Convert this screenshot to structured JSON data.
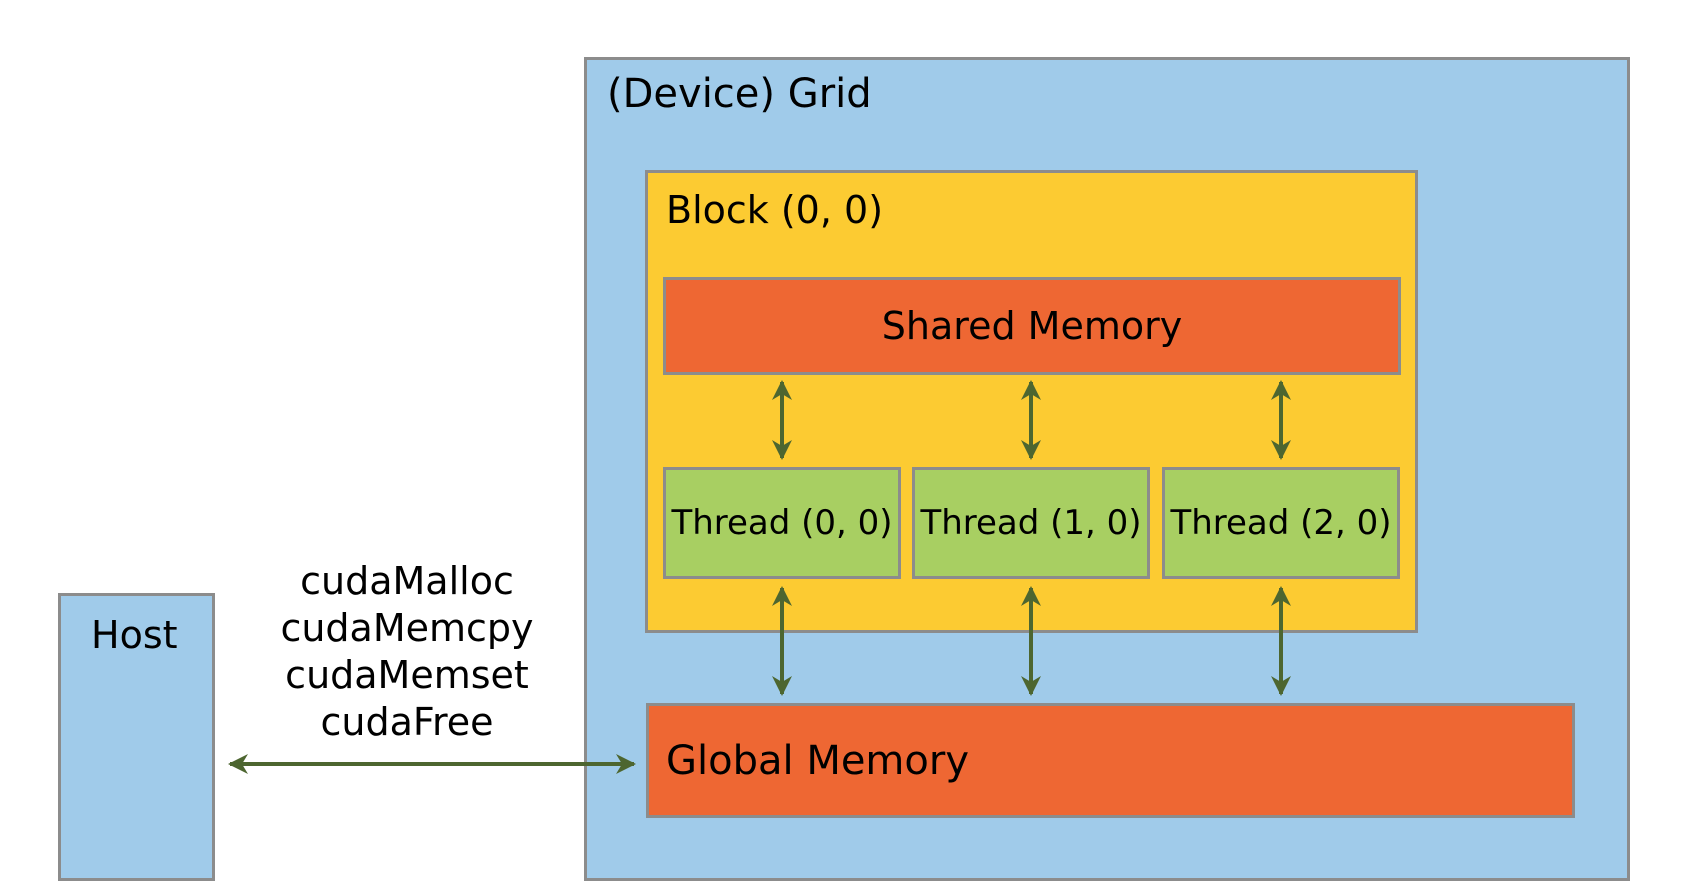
{
  "colors": {
    "grid_fill": "#a0cbea",
    "host_fill": "#a0cbea",
    "block_fill": "#fccb32",
    "memory_fill": "#ee6733",
    "thread_fill": "#a8cf62",
    "border": "#8c8c8c",
    "arrow": "#4d6630"
  },
  "grid": {
    "label": "(Device) Grid"
  },
  "block": {
    "label": "Block (0, 0)"
  },
  "shared_memory": {
    "label": "Shared Memory"
  },
  "global_memory": {
    "label": "Global Memory"
  },
  "threads": [
    {
      "label": "Thread (0, 0)"
    },
    {
      "label": "Thread (1, 0)"
    },
    {
      "label": "Thread (2, 0)"
    }
  ],
  "host": {
    "label": "Host"
  },
  "api_calls": [
    "cudaMalloc",
    "cudaMemcpy",
    "cudaMemset",
    "cudaFree"
  ]
}
